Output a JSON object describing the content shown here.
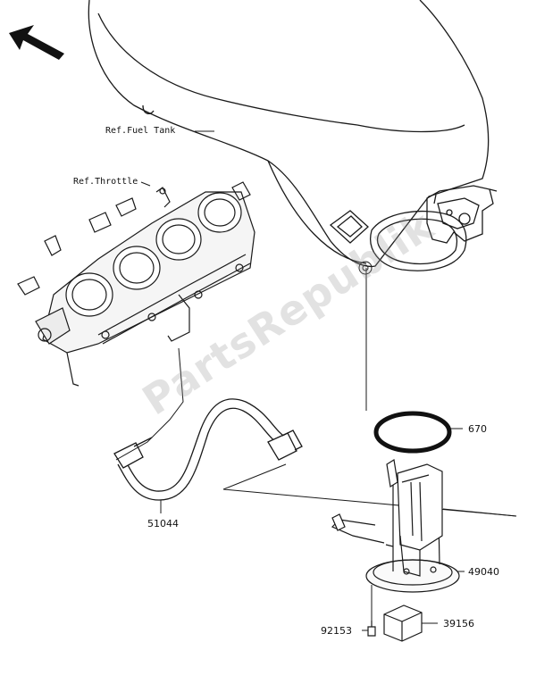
{
  "refs": {
    "fuel_tank": "Ref.Fuel Tank",
    "throttle": "Ref.Throttle"
  },
  "parts": {
    "o_ring": "670",
    "hose": "51044",
    "fuel_pump": "49040",
    "pad": "39156",
    "bolt": "92153"
  },
  "watermark": "PartsRepublik",
  "icons": {
    "direction": "arrow-up-left-icon"
  },
  "colors": {
    "line": "#1a1a1a",
    "watermark": "#9a9a9a"
  }
}
